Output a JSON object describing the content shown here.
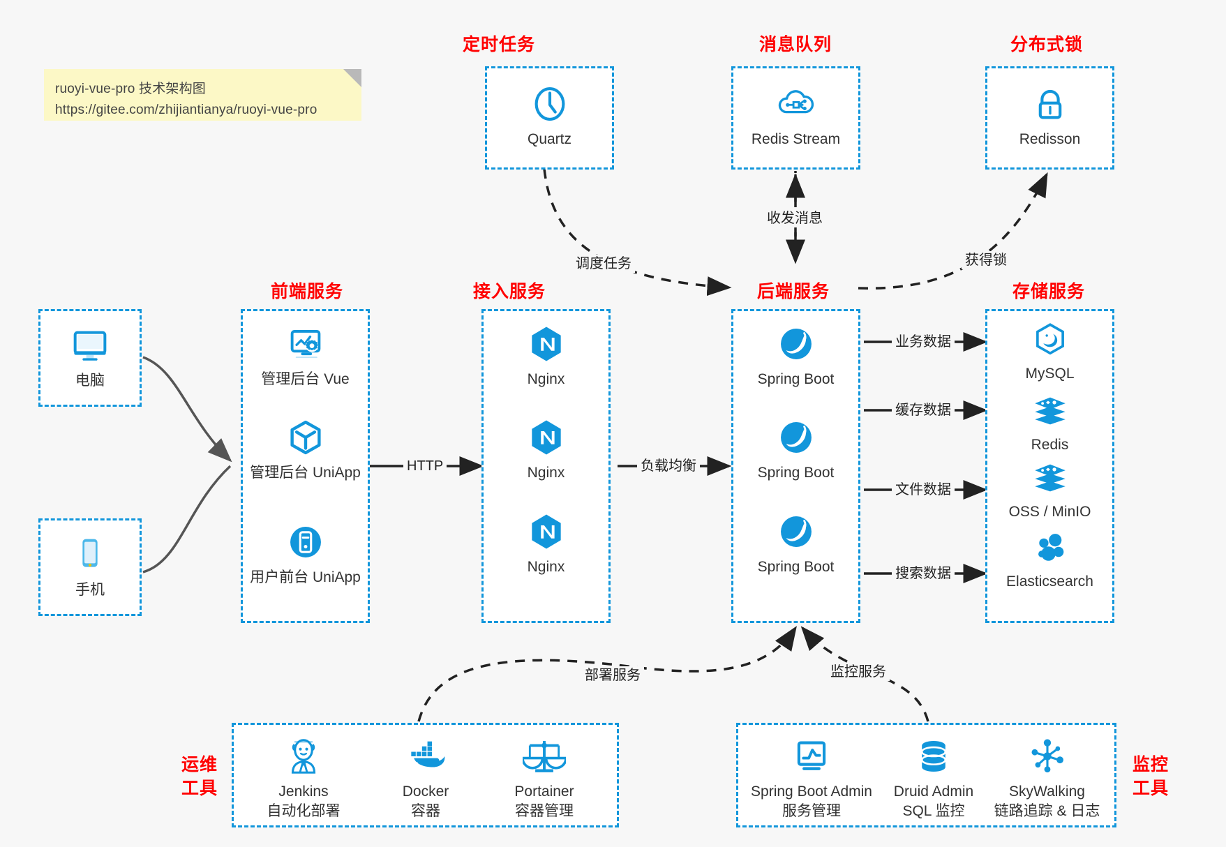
{
  "note": {
    "line1": "ruoyi-vue-pro 技术架构图",
    "line2": "https://gitee.com/zhijiantianya/ruoyi-vue-pro"
  },
  "colors": {
    "accent": "#1296db",
    "title": "#ff0000",
    "background": "#f7f7f7",
    "note_bg": "#fcf8c6",
    "text": "#333333",
    "arrow": "#222222",
    "gray_arrow": "#555555"
  },
  "groups": {
    "scheduled_task": {
      "title": "定时任务"
    },
    "message_queue": {
      "title": "消息队列"
    },
    "distributed_lock": {
      "title": "分布式锁"
    },
    "frontend_service": {
      "title": "前端服务"
    },
    "gateway_service": {
      "title": "接入服务"
    },
    "backend_service": {
      "title": "后端服务"
    },
    "storage_service": {
      "title": "存储服务"
    },
    "devops_tools": {
      "title_line1": "运维",
      "title_line2": "工具"
    },
    "monitor_tools": {
      "title_line1": "监控",
      "title_line2": "工具"
    }
  },
  "nodes": {
    "quartz": {
      "label": "Quartz",
      "icon": "clock-icon"
    },
    "redis_stream": {
      "label": "Redis Stream",
      "icon": "cloud-node-icon"
    },
    "redisson": {
      "label": "Redisson",
      "icon": "lock-icon"
    },
    "computer": {
      "label": "电脑",
      "icon": "desktop-monitor-icon"
    },
    "phone": {
      "label": "手机",
      "icon": "smartphone-icon"
    },
    "admin_vue": {
      "label": "管理后台 Vue",
      "icon": "dashboard-gear-icon"
    },
    "admin_uniapp": {
      "label": "管理后台 UniApp",
      "icon": "cube-icon"
    },
    "user_uniapp": {
      "label": "用户前台 UniApp",
      "icon": "mobile-circle-icon"
    },
    "nginx1": {
      "label": "Nginx",
      "icon": "nginx-icon"
    },
    "nginx2": {
      "label": "Nginx",
      "icon": "nginx-icon"
    },
    "nginx3": {
      "label": "Nginx",
      "icon": "nginx-icon"
    },
    "springboot1": {
      "label": "Spring Boot",
      "icon": "spring-leaf-icon"
    },
    "springboot2": {
      "label": "Spring Boot",
      "icon": "spring-leaf-icon"
    },
    "springboot3": {
      "label": "Spring Boot",
      "icon": "spring-leaf-icon"
    },
    "mysql": {
      "label": "MySQL",
      "icon": "mysql-dolphin-icon"
    },
    "redis": {
      "label": "Redis",
      "icon": "redis-stack-icon"
    },
    "oss_minio": {
      "label": "OSS / MinIO",
      "icon": "redis-stack-icon"
    },
    "elasticsearch": {
      "label": "Elasticsearch",
      "icon": "elasticsearch-icon"
    },
    "jenkins": {
      "label": "Jenkins",
      "sublabel": "自动化部署",
      "icon": "jenkins-butler-icon"
    },
    "docker": {
      "label": "Docker",
      "sublabel": "容器",
      "icon": "docker-whale-icon"
    },
    "portainer": {
      "label": "Portainer",
      "sublabel": "容器管理",
      "icon": "scales-icon"
    },
    "spring_boot_admin": {
      "label": "Spring Boot Admin",
      "sublabel": "服务管理",
      "icon": "monitor-chart-icon"
    },
    "druid_admin": {
      "label": "Druid Admin",
      "sublabel": "SQL 监控",
      "icon": "database-icon"
    },
    "skywalking": {
      "label": "SkyWalking",
      "sublabel": "链路追踪 & 日志",
      "icon": "network-nodes-icon"
    }
  },
  "edges": {
    "schedule_task": "调度任务",
    "send_receive_message": "收发消息",
    "acquire_lock": "获得锁",
    "http": "HTTP",
    "load_balance": "负载均衡",
    "business_data": "业务数据",
    "cache_data": "缓存数据",
    "file_data": "文件数据",
    "search_data": "搜索数据",
    "deploy_service": "部署服务",
    "monitor_service": "监控服务"
  }
}
